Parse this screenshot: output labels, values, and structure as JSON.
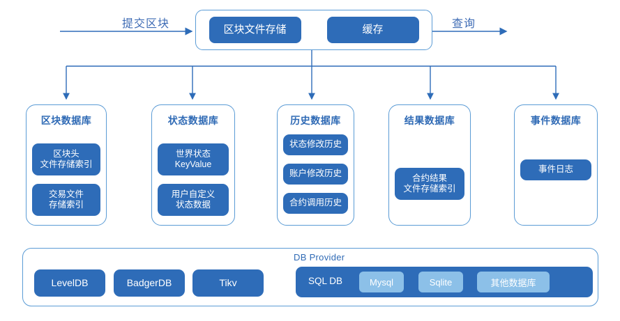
{
  "colors": {
    "primary_blue": "#2e6cb8",
    "outline_blue": "#5a9bd5",
    "light_blue": "#8cc0e8",
    "title_blue": "#2f6ab5",
    "label_blue": "#3f6cb5"
  },
  "flow": {
    "input_label": "提交区块",
    "output_label": "查询"
  },
  "top_panel": {
    "items": [
      {
        "label": "区块文件存储"
      },
      {
        "label": "缓存"
      }
    ]
  },
  "databases": [
    {
      "title": "区块数据库",
      "items": [
        {
          "label": "区块头\n文件存储索引",
          "lines": [
            "区块头",
            "文件存储索引"
          ]
        },
        {
          "label": "交易文件\n存储索引",
          "lines": [
            "交易文件",
            "存储索引"
          ]
        }
      ]
    },
    {
      "title": "状态数据库",
      "items": [
        {
          "label": "世界状态\nKeyValue",
          "lines": [
            "世界状态",
            "KeyValue"
          ]
        },
        {
          "label": "用户自定义\n状态数据",
          "lines": [
            "用户自定义",
            "状态数据"
          ]
        }
      ]
    },
    {
      "title": "历史数据库",
      "items": [
        {
          "label": "状态修改历史",
          "lines": [
            "状态修改历史"
          ]
        },
        {
          "label": "账户修改历史",
          "lines": [
            "账户修改历史"
          ]
        },
        {
          "label": "合约调用历史",
          "lines": [
            "合约调用历史"
          ]
        }
      ]
    },
    {
      "title": "结果数据库",
      "items": [
        {
          "label": "合约结果\n文件存储索引",
          "lines": [
            "合约结果",
            "文件存储索引"
          ]
        }
      ]
    },
    {
      "title": "事件数据库",
      "items": [
        {
          "label": "事件日志",
          "lines": [
            "事件日志"
          ]
        }
      ]
    }
  ],
  "provider": {
    "title": "DB Provider",
    "kv_stores": [
      {
        "label": "LevelDB"
      },
      {
        "label": "BadgerDB"
      },
      {
        "label": "Tikv"
      }
    ],
    "sql": {
      "label": "SQL DB",
      "engines": [
        {
          "label": "Mysql"
        },
        {
          "label": "Sqlite"
        },
        {
          "label": "其他数据库"
        }
      ]
    }
  }
}
